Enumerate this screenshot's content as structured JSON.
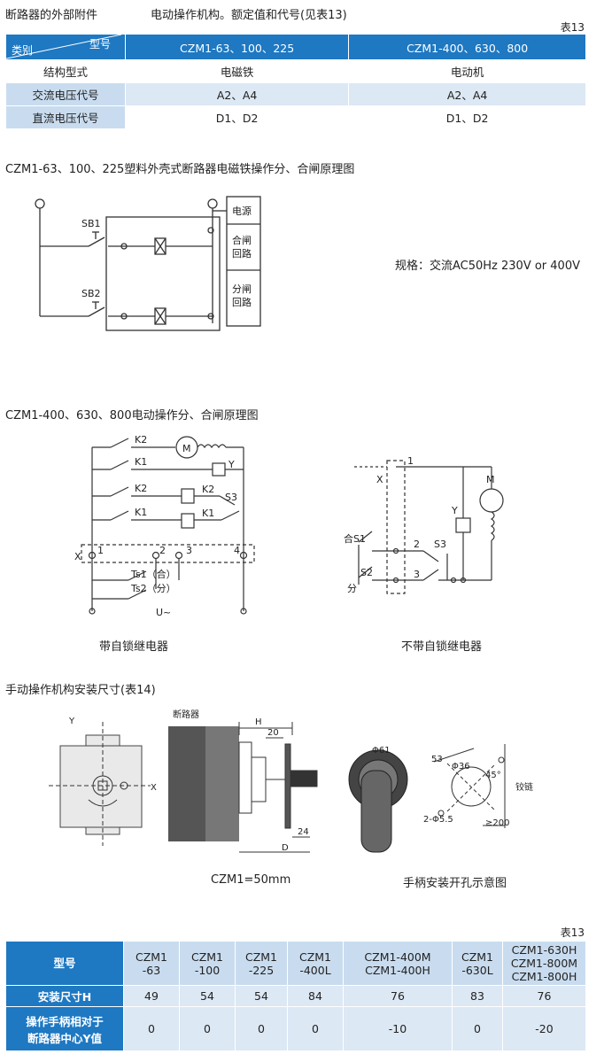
{
  "header": {
    "left": "断路器的外部附件",
    "right": "电动操作机构。额定值和代号(见表13)",
    "table_no": "表13"
  },
  "table1": {
    "corner_category": "类别",
    "corner_model": "型号",
    "columns": [
      "CZM1-63、100、225",
      "CZM1-400、630、800"
    ],
    "rows": [
      {
        "label": "结构型式",
        "values": [
          "电磁铁",
          "电动机"
        ]
      },
      {
        "label": "交流电压代号",
        "values": [
          "A2、A4",
          "A2、A4"
        ]
      },
      {
        "label": "直流电压代号",
        "values": [
          "D1、D2",
          "D1、D2"
        ]
      }
    ]
  },
  "diagram1": {
    "title": "CZM1-63、100、225塑料外壳式断路器电磁铁操作分、合闸原理图",
    "sb1": "SB1",
    "sb2": "SB2",
    "box_power": "电源",
    "box_close_1": "合闸",
    "box_close_2": "回路",
    "box_open_1": "分闸",
    "box_open_2": "回路",
    "spec": "规格：交流AC50Hz 230V or 400V"
  },
  "diagram2": {
    "title": "CZM1-400、630、800电动操作分、合闸原理图",
    "k2": "K2",
    "k1": "K1",
    "m": "M",
    "y": "Y",
    "s3": "S3",
    "x": "X",
    "t1": "1",
    "t2": "2",
    "t3": "3",
    "t4": "4",
    "ts1": "Ts1（合）",
    "ts2": "Ts2（分）",
    "u": "U~",
    "caption_left": "带自锁继电器",
    "s1_label": "合S1",
    "s2_label": "S2",
    "fen": "分",
    "caption_right": "不带自锁继电器"
  },
  "manual": {
    "title": "手动操作机构安装尺寸(表14)",
    "axis_y": "Y",
    "axis_x": "X",
    "breaker": "断路器",
    "h": "H",
    "d20": "20",
    "d24": "24",
    "d": "D",
    "caption_left": "CZM1=50mm",
    "phi61": "Φ61",
    "d53": "53",
    "phi36": "Φ36",
    "deg45": "45°",
    "hinge": "铰链",
    "holes": "2-Φ5.5",
    "ge200": "≥200",
    "caption_right": "手柄安装开孔示意图"
  },
  "table2": {
    "table_no": "表13",
    "header_label": "型号",
    "models": [
      [
        "CZM1",
        "-63"
      ],
      [
        "CZM1",
        "-100"
      ],
      [
        "CZM1",
        "-225"
      ],
      [
        "CZM1",
        "-400L"
      ],
      [
        "CZM1-400M",
        "CZM1-400H"
      ],
      [
        "CZM1",
        "-630L"
      ],
      [
        "CZM1-630H",
        "CZM1-800M",
        "CZM1-800H"
      ]
    ],
    "row_h_label": "安装尺寸H",
    "row_h": [
      "49",
      "54",
      "54",
      "84",
      "76",
      "83",
      "76"
    ],
    "row_y_label_1": "操作手柄相对于",
    "row_y_label_2": "断路器中心Y值",
    "row_y": [
      "0",
      "0",
      "0",
      "0",
      "-10",
      "0",
      "-20"
    ]
  }
}
